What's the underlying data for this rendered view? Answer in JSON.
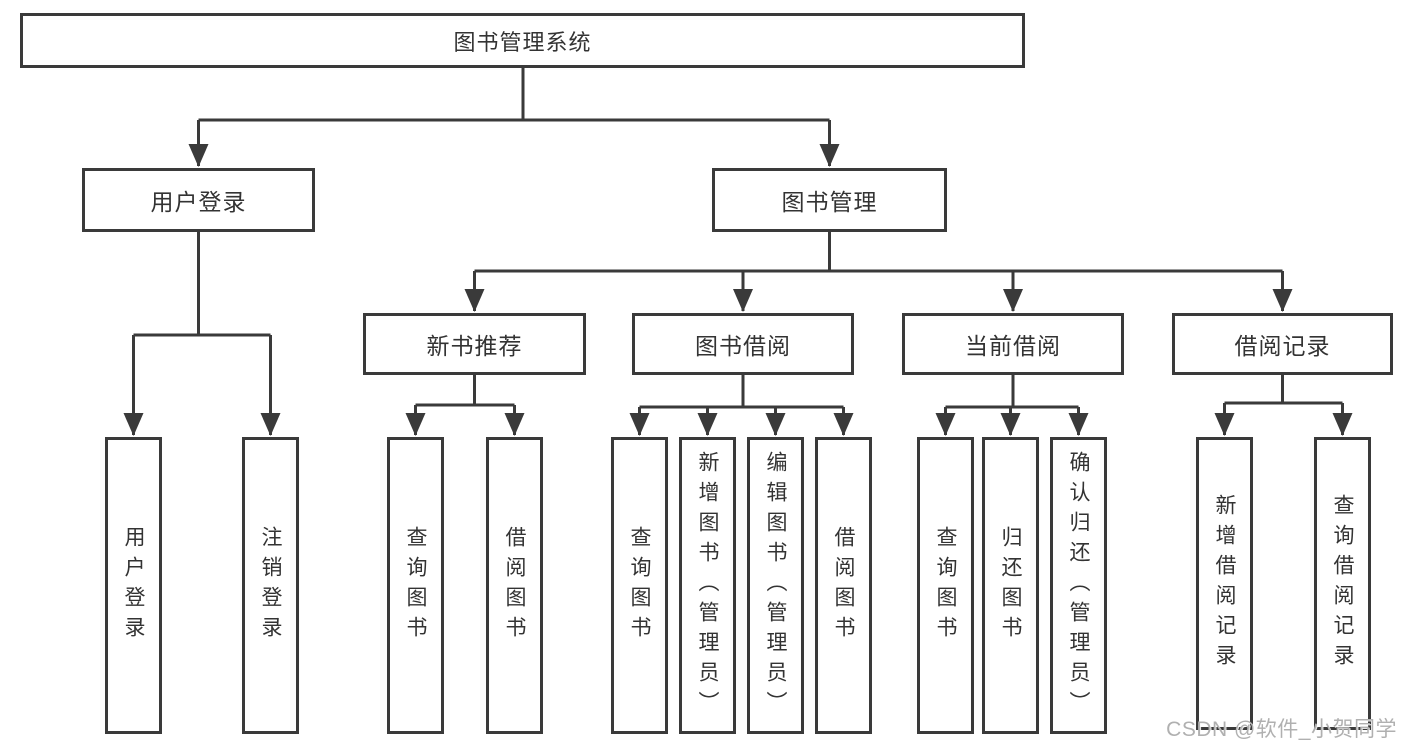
{
  "colors": {
    "line": "#3a3a3a",
    "box_border": "#3a3a3a",
    "text": "#333333",
    "background": "#ffffff",
    "watermark_text_color": "#b0b0b0"
  },
  "watermark": {
    "text": "CSDN @软件_小贺同学"
  },
  "tree": {
    "root": {
      "label": "图书管理系统"
    },
    "branches": [
      {
        "label": "用户登录",
        "children": [
          {
            "label": "用户登录"
          },
          {
            "label": "注销登录"
          }
        ]
      },
      {
        "label": "图书管理",
        "children": [
          {
            "label": "新书推荐",
            "children": [
              {
                "label": "查询图书"
              },
              {
                "label": "借阅图书"
              }
            ]
          },
          {
            "label": "图书借阅",
            "children": [
              {
                "label": "查询图书"
              },
              {
                "label": "新增图书（管理员）"
              },
              {
                "label": "编辑图书（管理员）"
              },
              {
                "label": "借阅图书"
              }
            ]
          },
          {
            "label": "当前借阅",
            "children": [
              {
                "label": "查询图书"
              },
              {
                "label": "归还图书"
              },
              {
                "label": "确认归还（管理员）"
              }
            ]
          },
          {
            "label": "借阅记录",
            "children": [
              {
                "label": "新增借阅记录"
              },
              {
                "label": "查询借阅记录"
              }
            ]
          }
        ]
      }
    ]
  }
}
